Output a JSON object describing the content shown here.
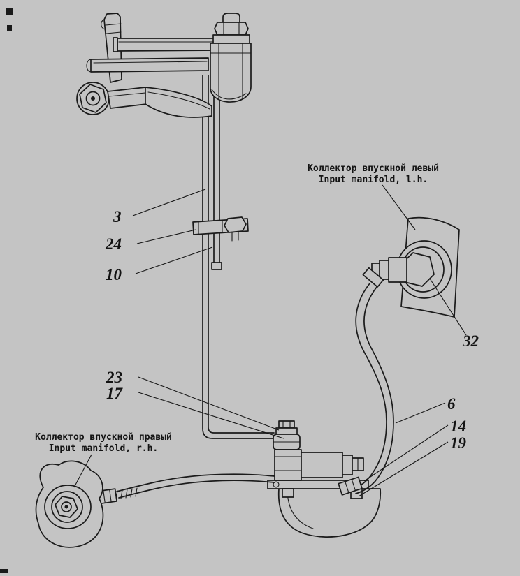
{
  "page": {
    "colors": {
      "background": "#c4c4c4",
      "ink": "#161616"
    }
  },
  "diagram": {
    "labels": {
      "left_manifold": {
        "ru": "Коллектор впускной левый",
        "en": "Input manifold, l.h."
      },
      "right_manifold": {
        "ru": "Коллектор впускной правый",
        "en": "Input manifold, r.h."
      }
    },
    "callouts": {
      "n3": "3",
      "n24": "24",
      "n10": "10",
      "n23": "23",
      "n17": "17",
      "n32": "32",
      "n6": "6",
      "n14": "14",
      "n19": "19"
    }
  }
}
